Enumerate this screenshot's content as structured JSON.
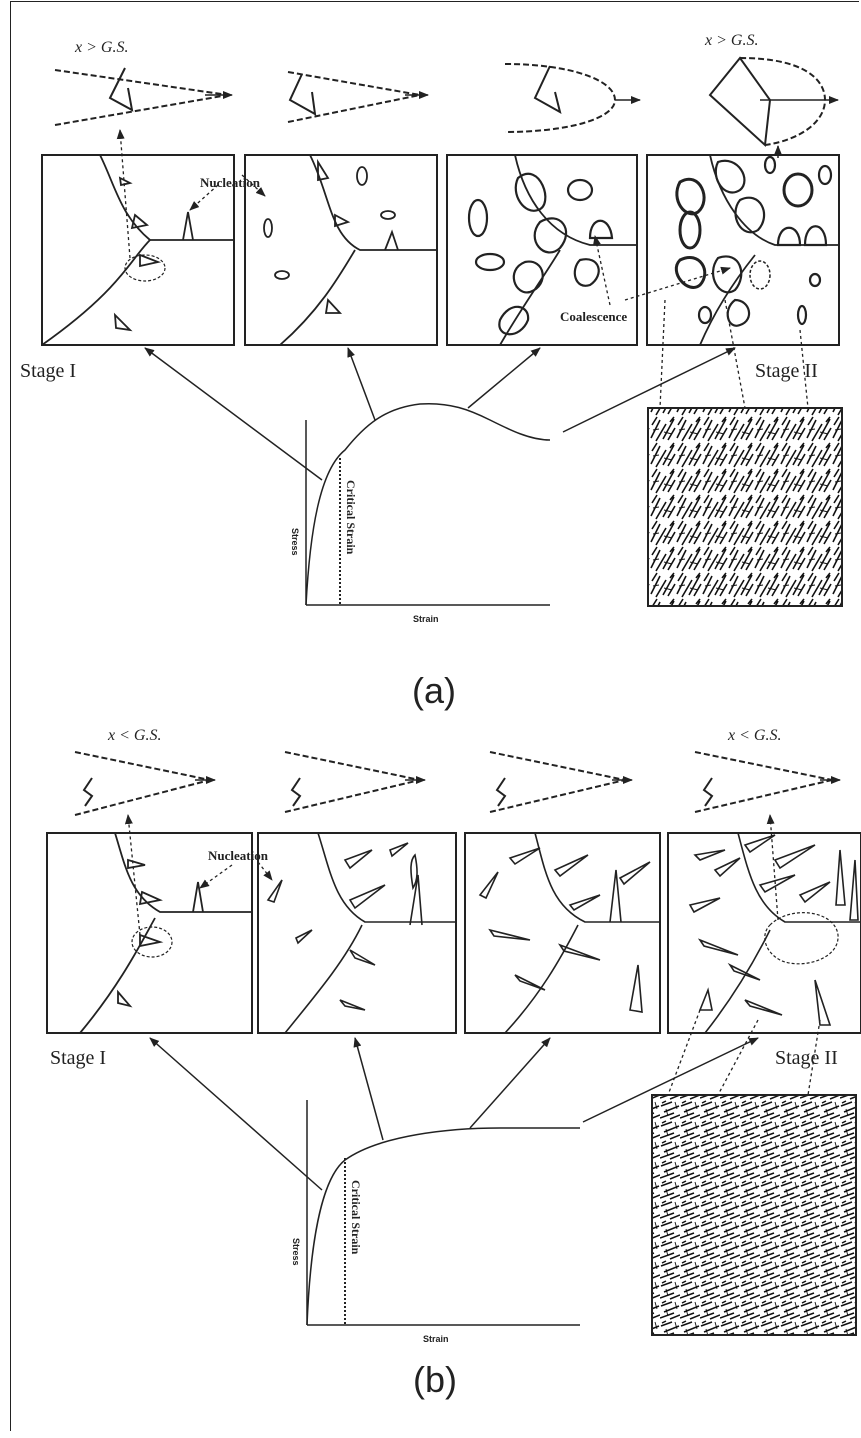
{
  "panel_a": {
    "schematic_labels": [
      "x > G.S.",
      "x > G.S."
    ],
    "nucleation_label": "Nucleation",
    "coalescence_label": "Coalescence",
    "stage_i_label": "Stage I",
    "stage_ii_label": "Stage II",
    "y_axis_label": "Stress",
    "x_axis_label": "Strain",
    "critical_strain_label": "Critical Strain",
    "panel_label": "(a)"
  },
  "panel_b": {
    "schematic_labels": [
      "x < G.S.",
      "x < G.S."
    ],
    "nucleation_label": "Nucleation",
    "stage_i_label": "Stage I",
    "stage_ii_label": "Stage II",
    "y_axis_label": "Stress",
    "x_axis_label": "Strain",
    "critical_strain_label": "Critical Strain",
    "panel_label": "(b)"
  },
  "colors": {
    "ink": "#222222",
    "background": "#ffffff"
  }
}
